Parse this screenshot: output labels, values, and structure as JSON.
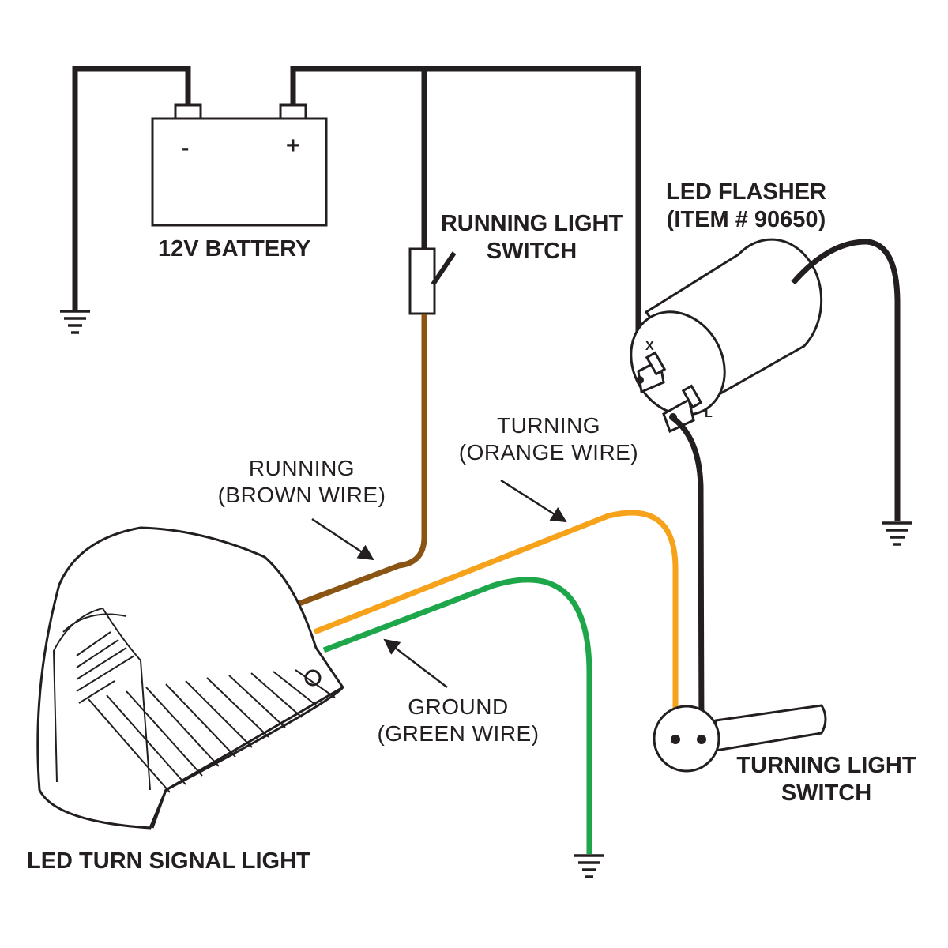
{
  "labels": {
    "battery": "12V BATTERY",
    "battery_minus": "-",
    "battery_plus": "+",
    "running_switch": [
      "RUNNING LIGHT",
      "SWITCH"
    ],
    "flasher": [
      "LED FLASHER",
      "(ITEM # 90650)"
    ],
    "flasher_x": "X",
    "flasher_l": "L",
    "running_wire": [
      "RUNNING",
      "(BROWN WIRE)"
    ],
    "turning_wire": [
      "TURNING",
      "(ORANGE WIRE)"
    ],
    "ground_wire": [
      "GROUND",
      "(GREEN WIRE)"
    ],
    "turning_switch": [
      "TURNING LIGHT",
      "SWITCH"
    ],
    "turn_signal": "LED TURN SIGNAL LIGHT"
  },
  "colors": {
    "wire_black": "#231f20",
    "wire_brown": "#8a5412",
    "wire_orange": "#f7a21b",
    "wire_green": "#1da64a"
  }
}
